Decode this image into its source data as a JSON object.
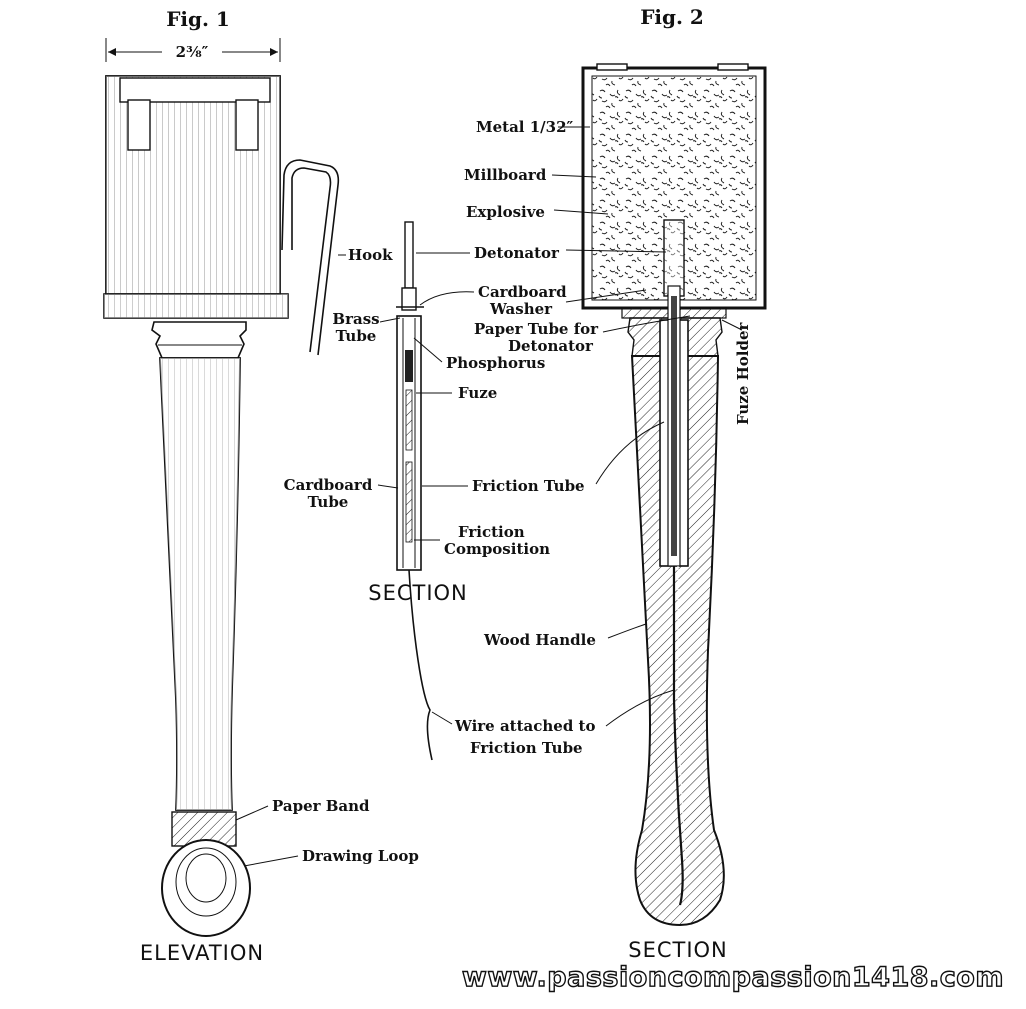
{
  "figures": {
    "fig1_title": "Fig. 1",
    "fig2_title": "Fig. 2",
    "fig1_caption": "ELEVATION",
    "fig2_caption": "SECTION",
    "middle_caption": "SECTION",
    "dimension": "2⅜″"
  },
  "labels": {
    "hook": "Hook",
    "paper_band": "Paper Band",
    "drawing_loop": "Drawing Loop",
    "detonator": "Detonator",
    "cardboard_washer_1": "Cardboard",
    "cardboard_washer_2": "Washer",
    "brass_tube_1": "Brass",
    "brass_tube_2": "Tube",
    "phosphorus": "Phosphorus",
    "fuze": "Fuze",
    "cardboard_tube_1": "Cardboard",
    "cardboard_tube_2": "Tube",
    "friction_tube": "Friction Tube",
    "friction_composition_1": "Friction",
    "friction_composition_2": "Composition",
    "wire_1": "Wire attached to",
    "wire_2": "Friction Tube",
    "metal": "Metal 1/32″",
    "millboard": "Millboard",
    "explosive": "Explosive",
    "paper_tube_1": "Paper Tube for",
    "paper_tube_2": "Detonator",
    "fuze_holder": "Fuze Holder",
    "wood_handle": "Wood Handle"
  },
  "watermark": "www.passioncompassion1418.com"
}
